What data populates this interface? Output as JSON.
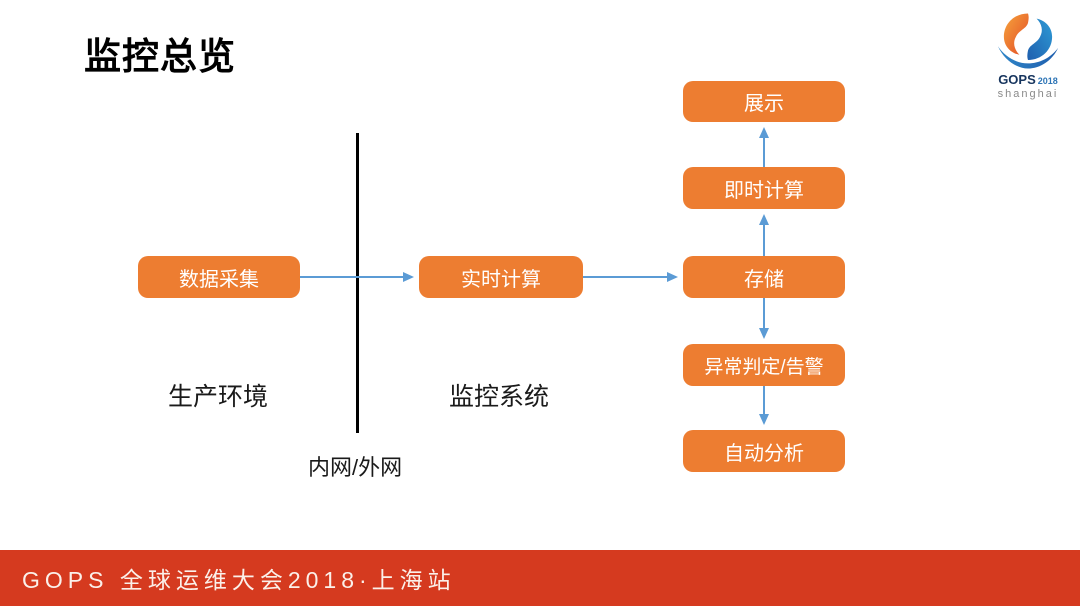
{
  "slide": {
    "title": "监控总览",
    "footer": {
      "text": "GOPS 全球运维大会2018·上海站",
      "bar_color": "#D53A1F"
    }
  },
  "logo": {
    "name": "GOPS",
    "year": "2018",
    "city": "shanghai"
  },
  "diagram": {
    "nodes": {
      "collection": "数据采集",
      "realtime": "实时计算",
      "storage": "存储",
      "instant": "即时计算",
      "display": "展示",
      "alert": "异常判定/告警",
      "analysis": "自动分析"
    },
    "labels": {
      "production": "生产环境",
      "monitoring": "监控系统",
      "network": "内网/外网"
    },
    "colors": {
      "node": "#ED7D31",
      "arrow": "#5B9BD5",
      "divider": "#000000"
    }
  }
}
